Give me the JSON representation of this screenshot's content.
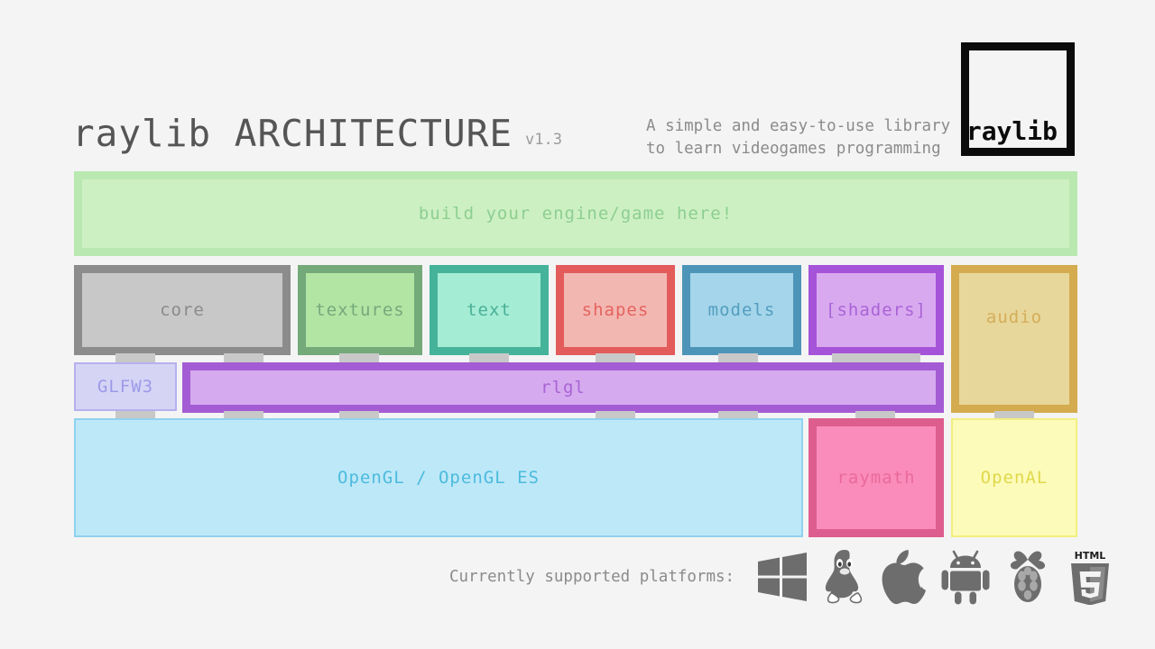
{
  "header": {
    "title": "raylib ARCHITECTURE",
    "version": "v1.3",
    "tagline_line1": "A simple and easy-to-use library",
    "tagline_line2": "to learn videogames programming",
    "logo_text": "raylib"
  },
  "user_layer": {
    "label": "build your engine/game here!",
    "border": "#b9e8b0",
    "fill": "#cdf0c2",
    "text": "#8dcf91"
  },
  "modules": [
    {
      "label": "core",
      "border": "#8c8c8c",
      "fill": "#c8c8c8",
      "text": "#8b8b8b"
    },
    {
      "label": "textures",
      "border": "#74a97a",
      "fill": "#b2e5a3",
      "text": "#76a97c"
    },
    {
      "label": "text",
      "border": "#45b39a",
      "fill": "#a5ecd5",
      "text": "#49b096"
    },
    {
      "label": "shapes",
      "border": "#e35b5b",
      "fill": "#f3b7b2",
      "text": "#e4645f"
    },
    {
      "label": "models",
      "border": "#4d95b8",
      "fill": "#a5d5ea",
      "text": "#539ec0"
    },
    {
      "label": "[shaders]",
      "border": "#a553d8",
      "fill": "#d9a9f0",
      "text": "#a964d6"
    },
    {
      "label": "audio",
      "border": "#d4ab4f",
      "fill": "#e8d79a",
      "text": "#d3ad5a"
    }
  ],
  "backend_layer": [
    {
      "label": "GLFW3",
      "border": "#b6b0ee",
      "fill": "#d6d4f5",
      "text": "#9c9ae8"
    },
    {
      "label": "rlgl",
      "border": "#a45cd4",
      "fill": "#d5aaee",
      "text": "#a964d6"
    }
  ],
  "low_layer": [
    {
      "label": "OpenGL / OpenGL ES",
      "border": "#8fd2ee",
      "fill": "#bde8f8",
      "text": "#4cbbdd"
    },
    {
      "label": "raymath",
      "border": "#dd5d8e",
      "fill": "#fa8cbb",
      "text": "#e96a9b"
    },
    {
      "label": "OpenAL",
      "border": "#f2ef7e",
      "fill": "#fcfbb9",
      "text": "#e0d84c"
    }
  ],
  "footer": {
    "platforms_label": "Currently supported platforms:",
    "platform_icons": [
      "windows-icon",
      "linux-tux-icon",
      "apple-icon",
      "android-icon",
      "raspberry-pi-icon",
      "html5-icon"
    ]
  },
  "colors": {
    "background": "#f4f4f4",
    "icon_gray": "#6d6d6d",
    "logo_black": "#0b0b0b"
  }
}
